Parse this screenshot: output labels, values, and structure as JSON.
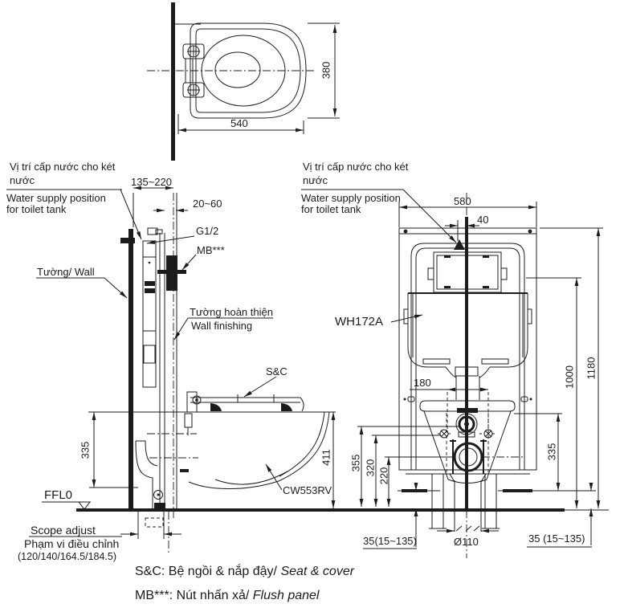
{
  "colors": {
    "line": "#1c1c1c",
    "background": "#ffffff"
  },
  "top_view": {
    "width_dim": "540",
    "depth_dim": "380"
  },
  "left_view": {
    "water_supply_vi_line1": "Vị trí cấp nước cho két",
    "water_supply_vi_line2": "nước",
    "water_supply_en_line1": "Water supply position",
    "water_supply_en_line2": "for toilet tank",
    "wall_offset_dim": "135~220",
    "finish_thickness_dim": "20~60",
    "inlet_thread": "G1/2",
    "flush_panel_code": "MB***",
    "wall_label": "Tường/ Wall",
    "wall_finishing_vi": "Tường hoàn thiện",
    "wall_finishing_en": "Wall finishing",
    "seat_cover_code": "S&C",
    "height_335": "335",
    "rim_height_411": "411",
    "bowl_model": "CW553RV",
    "floor_level": "FFL0",
    "scope_adjust_en": "Scope adjust",
    "scope_adjust_vi": "Phạm vi điều chỉnh",
    "scope_adjust_values": "(120/140/164.5/184.5)"
  },
  "front_view": {
    "water_supply_vi_line1": "Vị trí cấp nước cho két",
    "water_supply_vi_line2": "nước",
    "water_supply_en_line1": "Water supply position",
    "water_supply_en_line2": "for toilet tank",
    "frame_width_dim": "580",
    "supply_offset_dim": "40",
    "frame_model": "WH172A",
    "bolt_spacing_dim": "180",
    "frame_height_dim": "1180",
    "height_1000": "1000",
    "height_355": "355",
    "height_320": "320",
    "height_220": "220",
    "height_335": "335",
    "drain_diameter": "Ø110",
    "leg_adjust_left": "35(15~135)",
    "leg_adjust_right": "35 (15~135)"
  },
  "notes": {
    "seat_cover_prefix": "S&C: Bệ ngồi & nắp đậy/",
    "seat_cover_en": "Seat & cover",
    "flush_panel_prefix": "MB***: Nút nhấn xả/",
    "flush_panel_en": "Flush panel"
  }
}
